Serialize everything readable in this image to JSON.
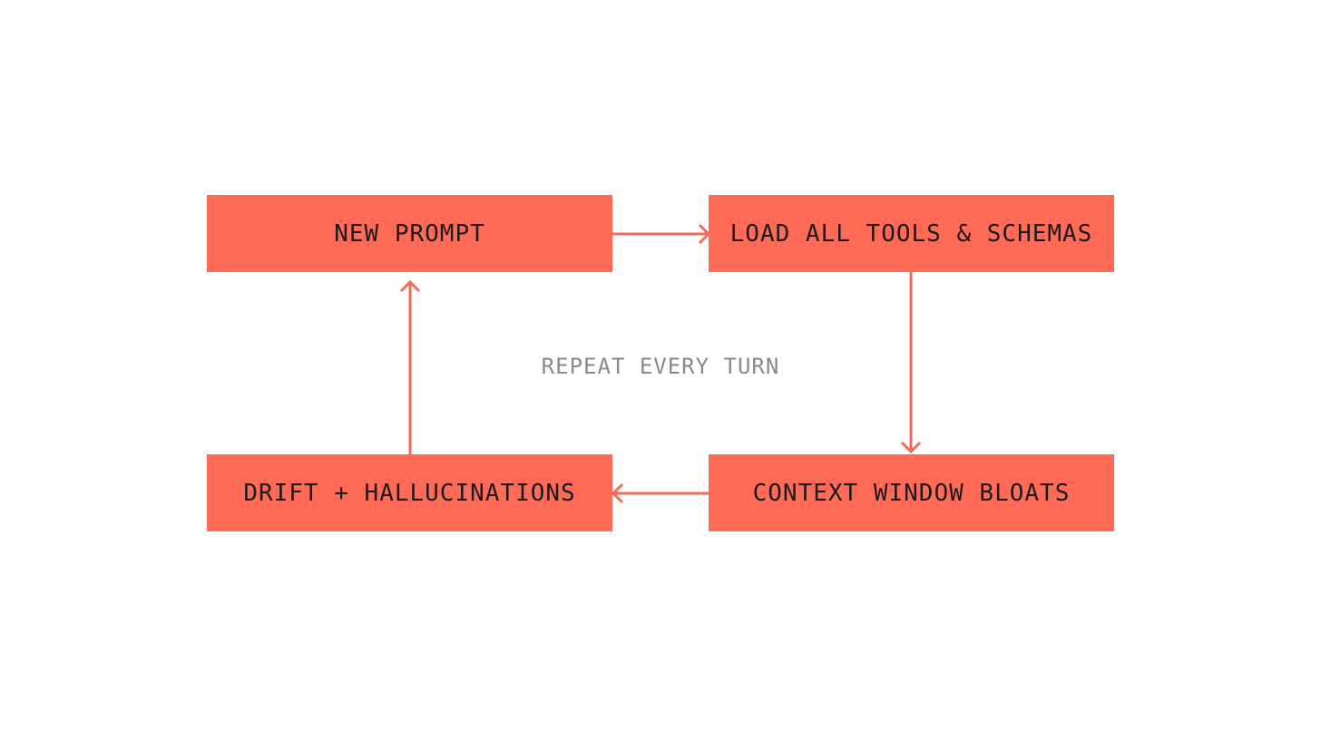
{
  "colors": {
    "box_fill": "#ff6b57",
    "arrow": "#f46b58",
    "box_text": "#1c1a1a",
    "center_text": "#8a8a8a"
  },
  "nodes": {
    "new_prompt": "NEW PROMPT",
    "load_tools": "LOAD ALL TOOLS & SCHEMAS",
    "context_bloats": "CONTEXT WINDOW BLOATS",
    "drift": "DRIFT + HALLUCINATIONS"
  },
  "center_label": "REPEAT EVERY TURN"
}
